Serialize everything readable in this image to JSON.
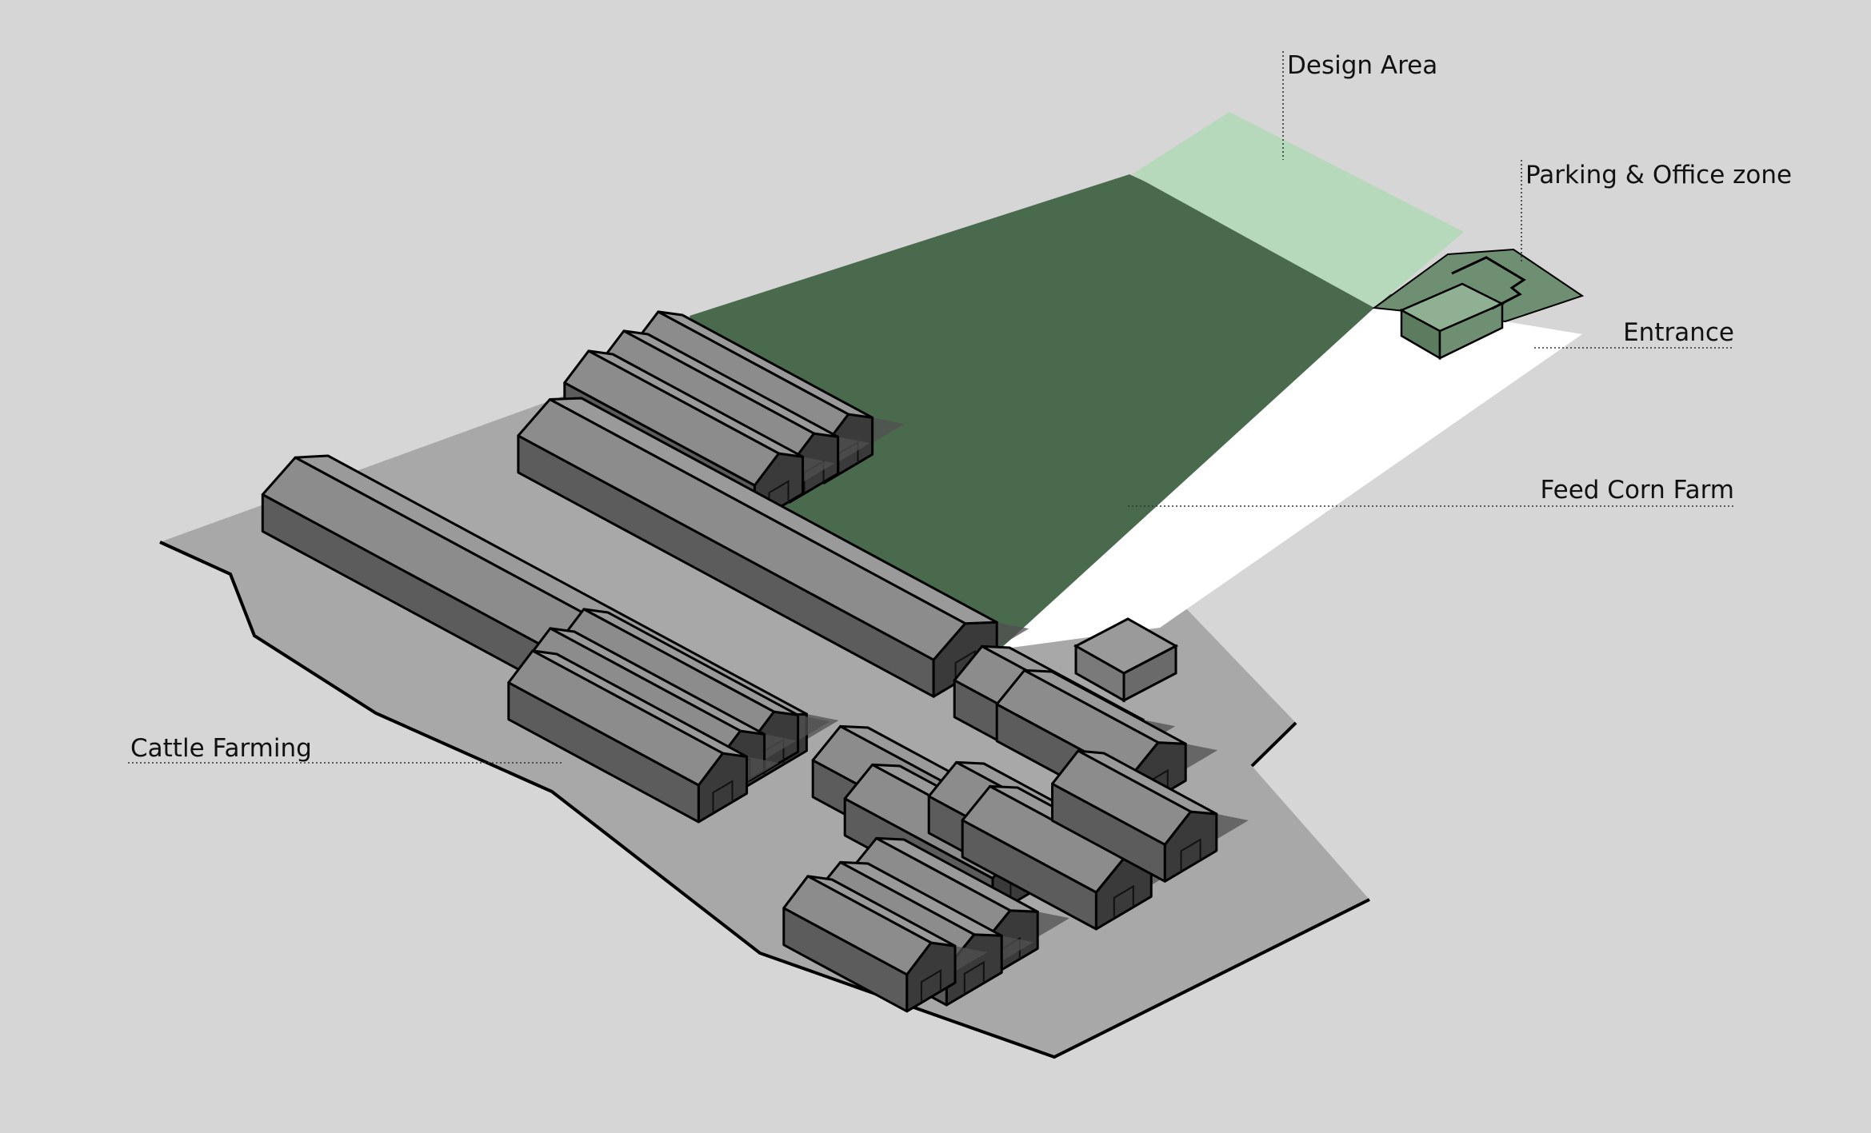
{
  "labels": {
    "design_area": "Design Area",
    "parking_office": "Parking & Office zone",
    "entrance": "Entrance",
    "feed_corn": "Feed Corn Farm",
    "cattle": "Cattle Farming"
  },
  "colors": {
    "background": "#d6d6d6",
    "ground": "#a8a8a8",
    "feed_corn_field": "#4a6a4d",
    "design_area": "#b7d9bb",
    "parking_office": "#7b9e7e",
    "road": "#ffffff",
    "building_roof": "#8c8c8c",
    "building_side": "#5c5c5c",
    "building_end": "#3a3a3a"
  }
}
